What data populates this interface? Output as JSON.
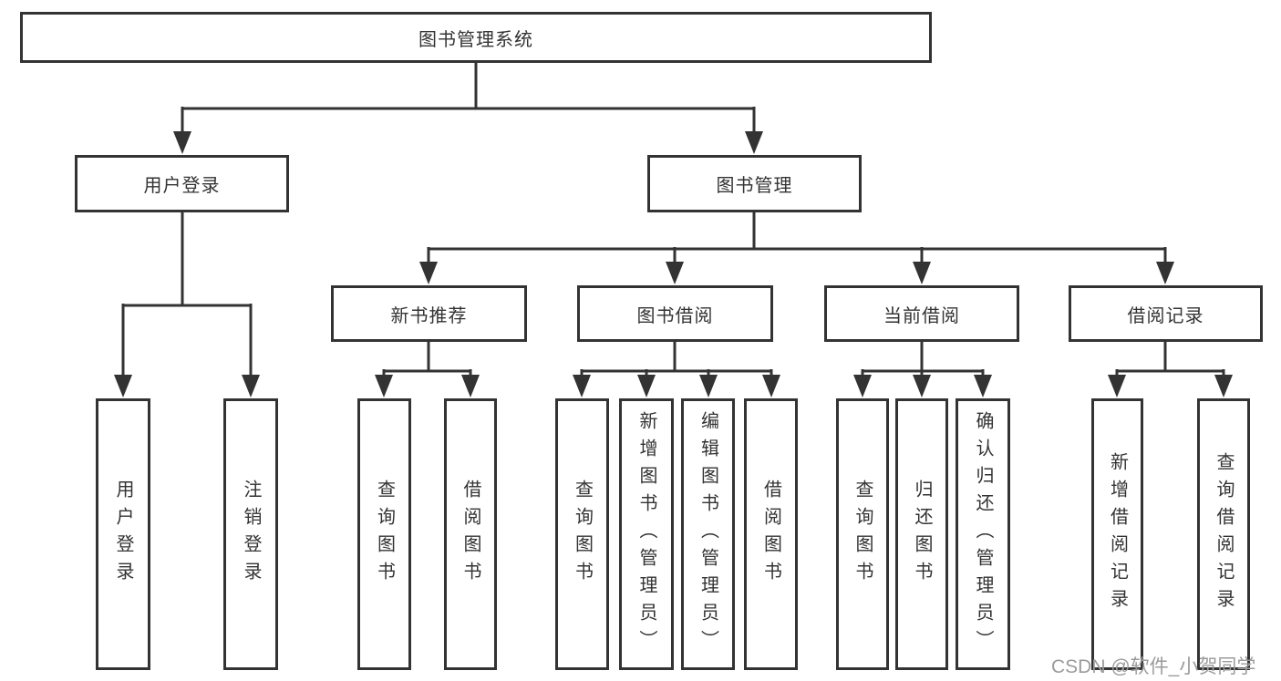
{
  "diagram_type": "tree",
  "title": "图书管理系统",
  "tree": {
    "root": "图书管理系统",
    "children": [
      {
        "label": "用户登录",
        "children": [
          "用户登录",
          "注销登录"
        ]
      },
      {
        "label": "图书管理",
        "children": [
          {
            "label": "新书推荐",
            "children": [
              "查询图书",
              "借阅图书"
            ]
          },
          {
            "label": "图书借阅",
            "children": [
              "查询图书",
              "新增图书（管理员）",
              "编辑图书（管理员）",
              "借阅图书"
            ]
          },
          {
            "label": "当前借阅",
            "children": [
              "查询图书",
              "归还图书",
              "确认归还（管理员）"
            ]
          },
          {
            "label": "借阅记录",
            "children": [
              "新增借阅记录",
              "查询借阅记录"
            ]
          }
        ]
      }
    ]
  },
  "watermark": "CSDN @软件_小贺同学",
  "colors": {
    "line": "#333333",
    "box_border": "#333333",
    "text": "#333333",
    "watermark": "#9b9b9b",
    "background": "#ffffff"
  }
}
